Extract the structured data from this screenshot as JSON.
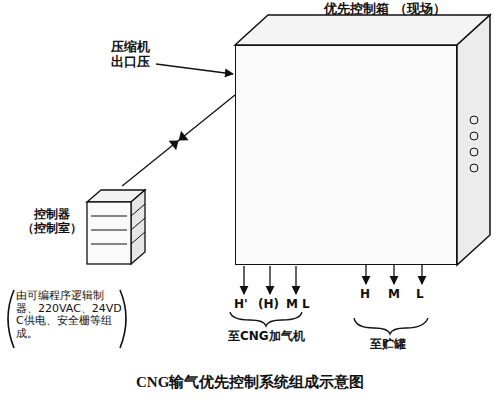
{
  "diagram": {
    "caption": "CNG输气优先控制系统组成示意图",
    "nodes": [
      {
        "text": [
          "优先控制箱 （现场）"
        ]
      },
      {
        "text": [
          "控制器 （控制室）"
        ]
      }
    ],
    "edges": [
      {
        "from": 1,
        "to": 0,
        "arrow": "none"
      }
    ],
    "labels": [
      "压缩机 出口压",
      "由可编程序逻辑制器、220VAC、24VDC供电、安全栅等组成。",
      "H'",
      "(H)",
      "M",
      "L",
      "至CNG加气机",
      "H",
      "M",
      "L",
      "至贮罐"
    ]
  }
}
